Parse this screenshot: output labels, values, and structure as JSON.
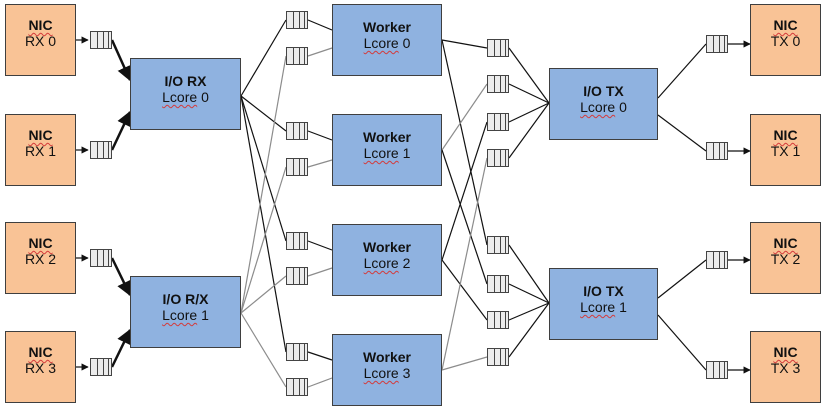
{
  "nics_rx": [
    {
      "title": "NIC",
      "label": "RX 0"
    },
    {
      "title": "NIC",
      "label": "RX 1"
    },
    {
      "title": "NIC",
      "label": "RX 2"
    },
    {
      "title": "NIC",
      "label": "RX 3"
    }
  ],
  "nics_tx": [
    {
      "title": "NIC",
      "label": "TX 0"
    },
    {
      "title": "NIC",
      "label": "TX 1"
    },
    {
      "title": "NIC",
      "label": "TX 2"
    },
    {
      "title": "NIC",
      "label": "TX 3"
    }
  ],
  "io_rx": [
    {
      "title": "I/O RX",
      "lcore_word": "Lcore",
      "lcore_num": "0"
    },
    {
      "title": "I/O R/X",
      "lcore_word": "Lcore",
      "lcore_num": "1"
    }
  ],
  "workers": [
    {
      "title": "Worker",
      "lcore_word": "Lcore",
      "lcore_num": "0"
    },
    {
      "title": "Worker",
      "lcore_word": "Lcore",
      "lcore_num": "1"
    },
    {
      "title": "Worker",
      "lcore_word": "Lcore",
      "lcore_num": "2"
    },
    {
      "title": "Worker",
      "lcore_word": "Lcore",
      "lcore_num": "3"
    }
  ],
  "io_tx": [
    {
      "title": "I/O TX",
      "lcore_word": "Lcore",
      "lcore_num": "0"
    },
    {
      "title": "I/O TX",
      "lcore_word": "Lcore",
      "lcore_num": "1"
    }
  ],
  "colors": {
    "nic_fill": "#f9c396",
    "lcore_fill": "#8fb2e0",
    "box_border": "#3f3f3f",
    "wire_primary": "#111111",
    "wire_secondary": "#8c8c8c",
    "queue_fill": "#ececec"
  }
}
